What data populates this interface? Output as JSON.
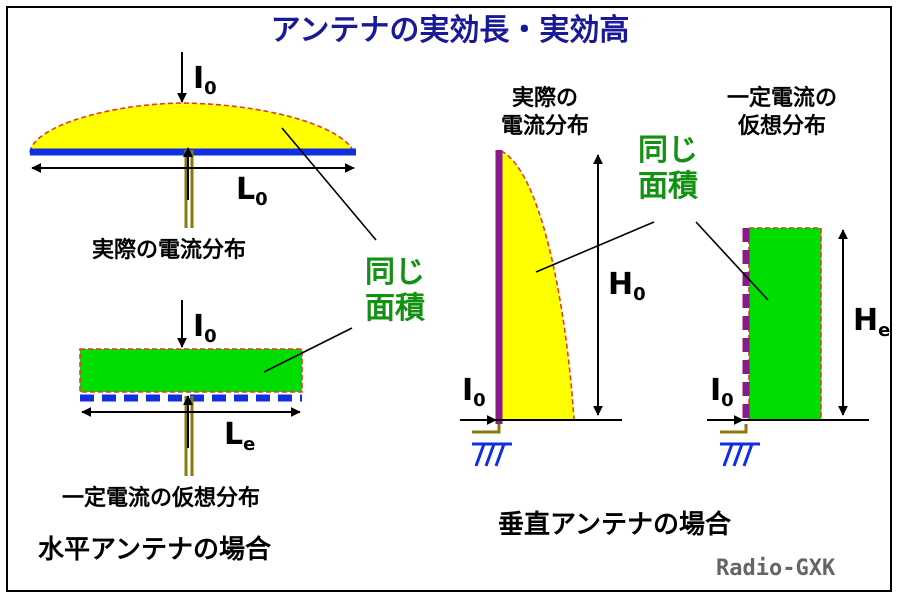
{
  "title": "アンテナの実効長・実効高",
  "credit": "Radio-GXK",
  "colors": {
    "frame": "#000000",
    "title": "#1a1a99",
    "current_fill": "#ffff00",
    "equivalent_fill": "#00dd00",
    "outline": "#e23c2a",
    "wire_horizontal": "#0f2fe0",
    "wire_vertical": "#8a1a8a",
    "ground": "#0f2fe0",
    "feed_line": "#8a7a0a",
    "label_green": "#139113"
  },
  "horizontal": {
    "caption": "水平アンテナの場合",
    "actual_label": "実際の電流分布",
    "constant_label": "一定電流の仮想分布",
    "same_area": [
      "同じ",
      "面積"
    ],
    "top_current": {
      "base": "I",
      "sub": "0"
    },
    "lower_current": {
      "base": "I",
      "sub": "0"
    },
    "length": {
      "base": "L",
      "sub": "0"
    },
    "effective_length": {
      "base": "L",
      "sub": "e"
    }
  },
  "vertical": {
    "caption": "垂直アンテナの場合",
    "actual_label": [
      "実際の",
      "電流分布"
    ],
    "constant_label": [
      "一定電流の",
      "仮想分布"
    ],
    "same_area": [
      "同じ",
      "面積"
    ],
    "current_actual": {
      "base": "I",
      "sub": "0"
    },
    "current_constant": {
      "base": "I",
      "sub": "0"
    },
    "height": {
      "base": "H",
      "sub": "0"
    },
    "effective_height": {
      "base": "H",
      "sub": "e"
    }
  }
}
